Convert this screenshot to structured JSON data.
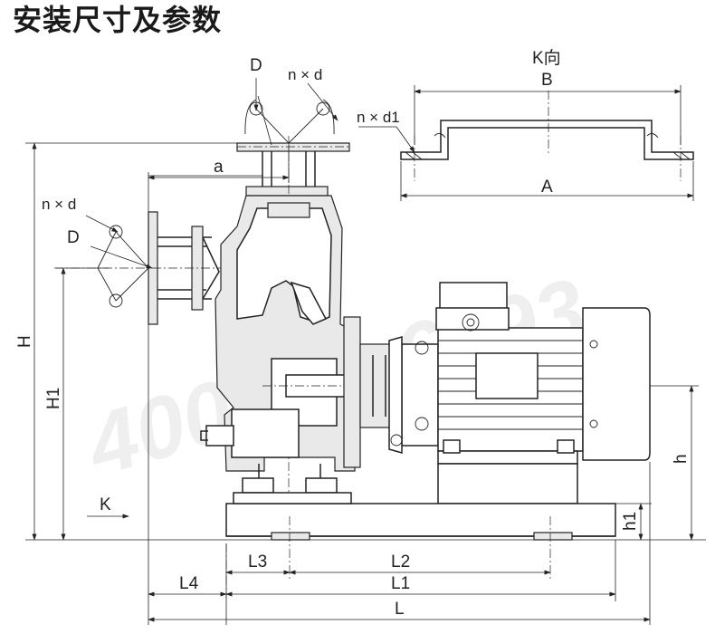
{
  "title": "安装尺寸及参数",
  "watermark": "400-0**-6693",
  "view_labels": {
    "k_view": "K向",
    "k_arrow": "K"
  },
  "dimension_labels": {
    "D_top": "D",
    "nxd_top": "n × d",
    "a": "a",
    "nxd_side": "n × d",
    "D_side": "D",
    "H": "H",
    "H1": "H1",
    "h": "h",
    "h1": "h1",
    "L3": "L3",
    "L2": "L2",
    "L4": "L4",
    "L1": "L1",
    "L": "L",
    "nxd1": "n × d1",
    "B": "B",
    "A": "A"
  }
}
